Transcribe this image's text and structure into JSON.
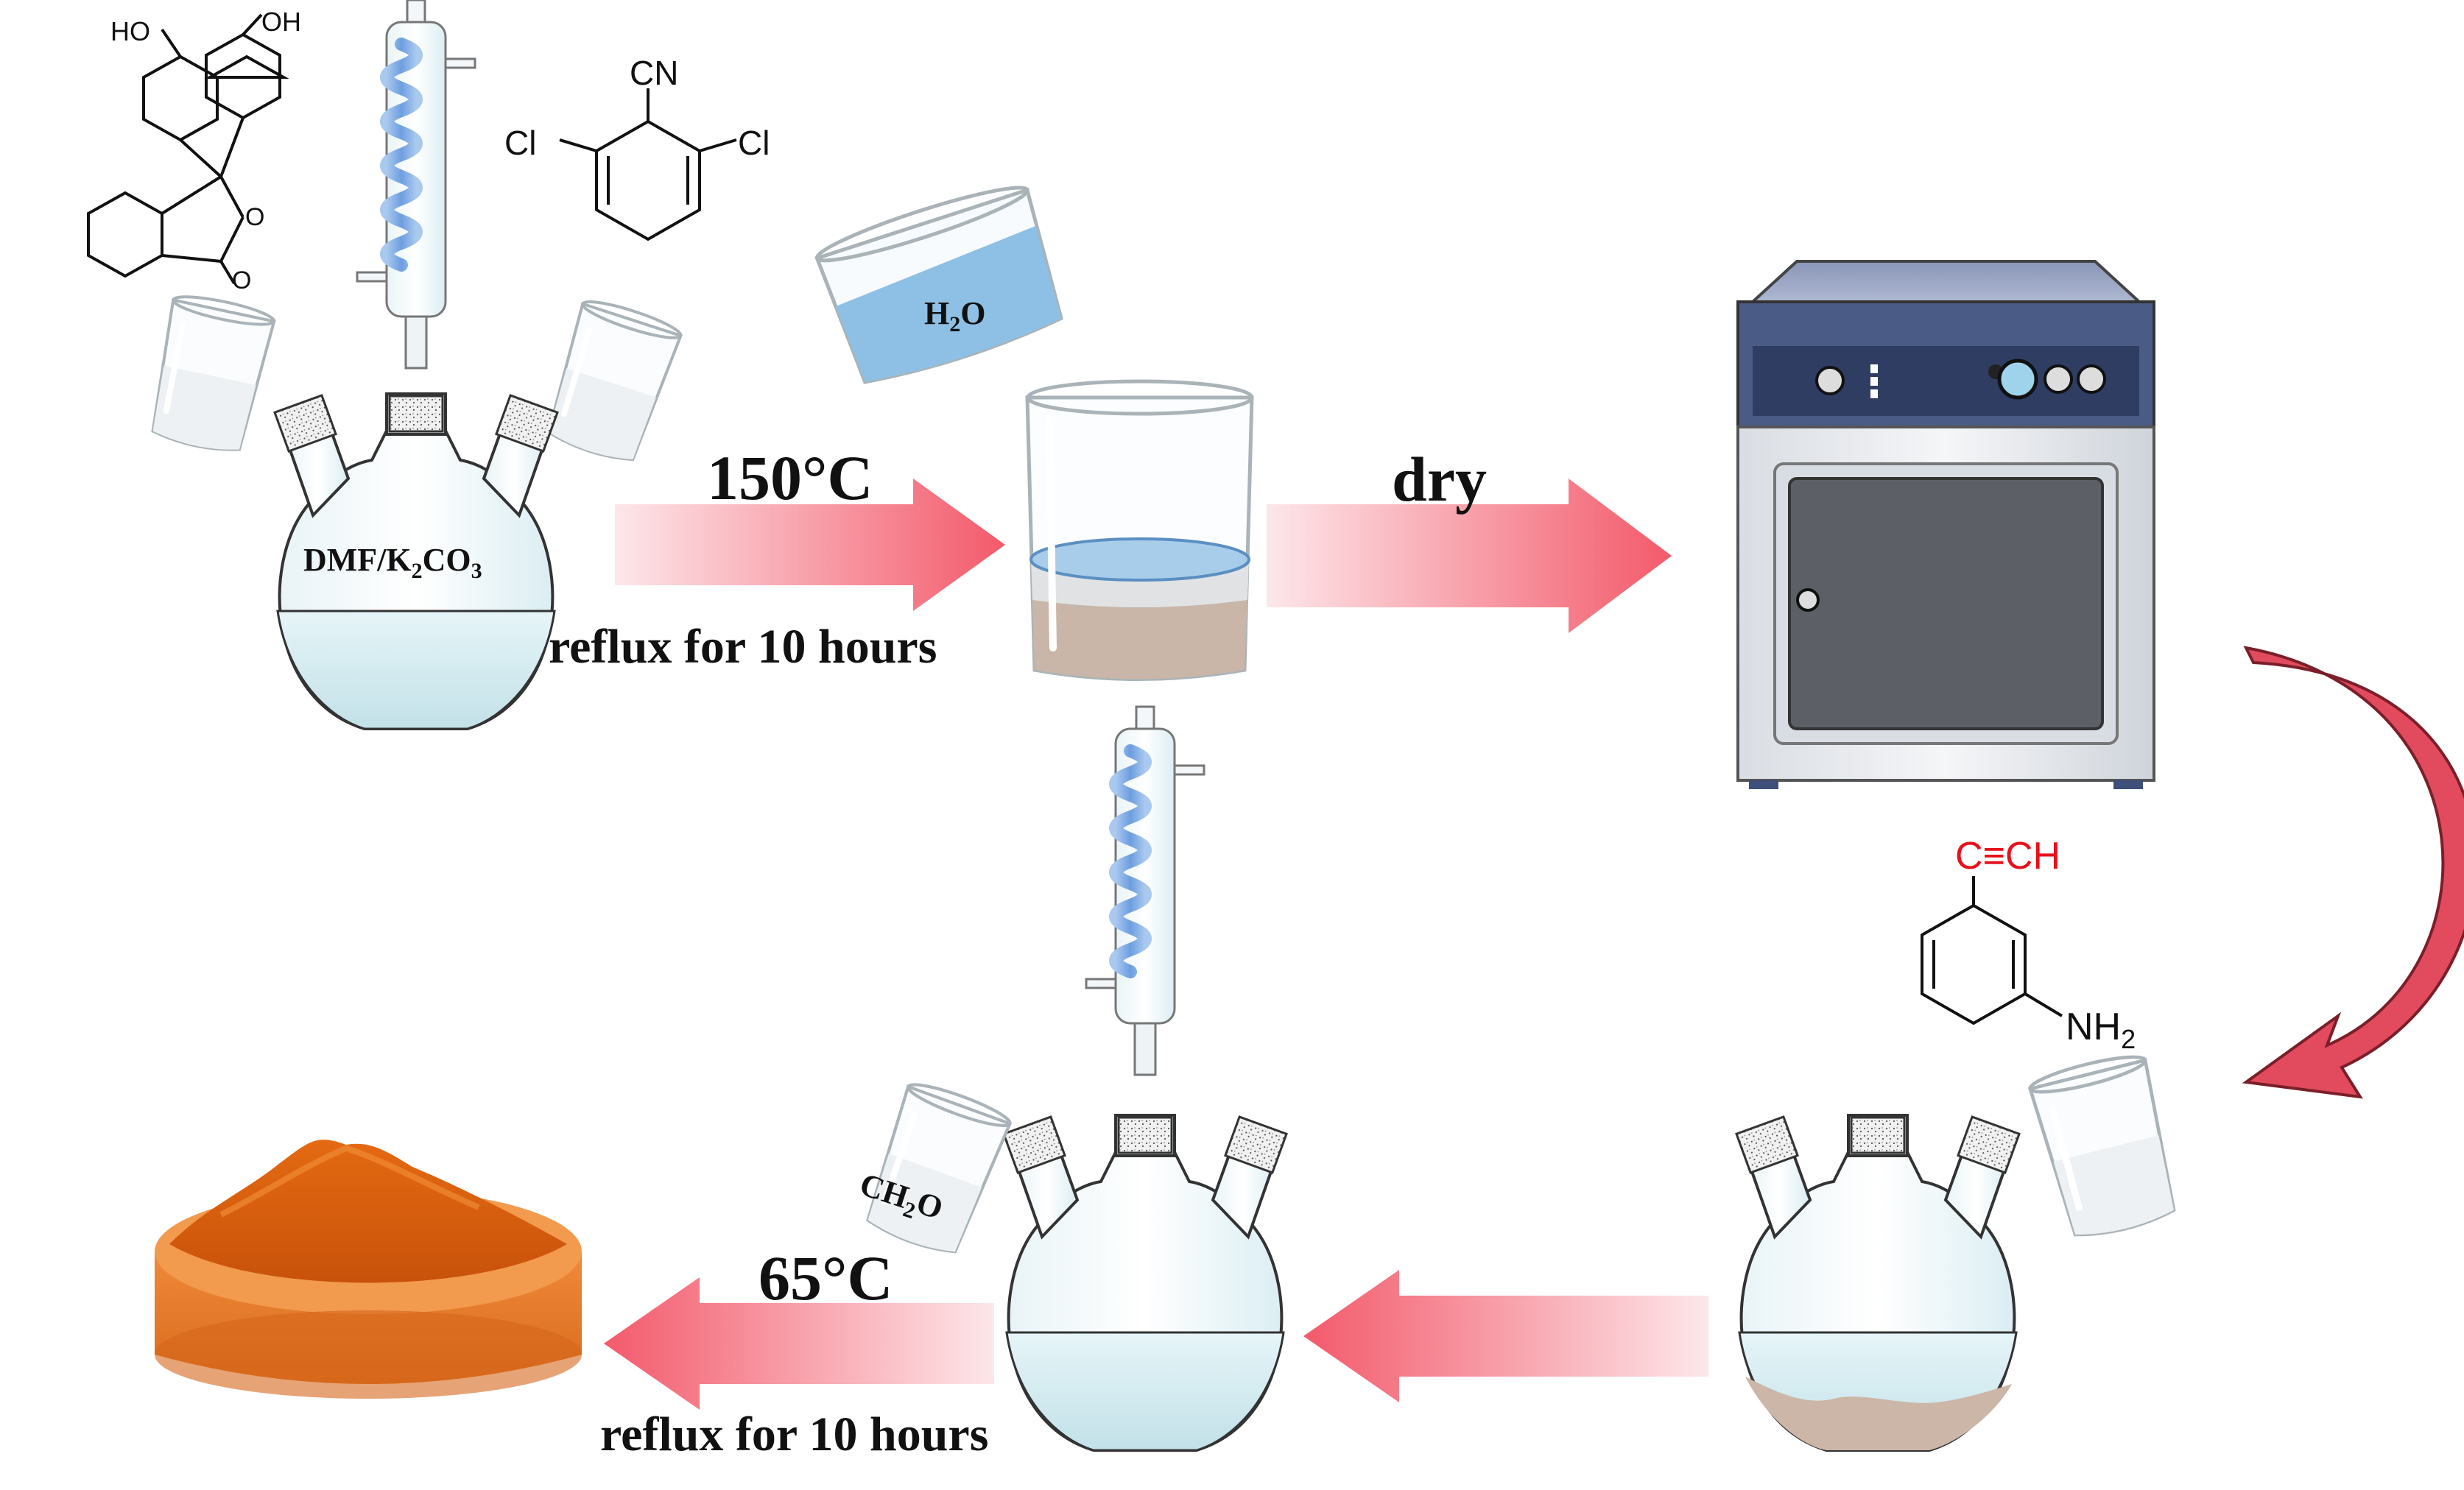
{
  "step1": {
    "phenolphthalein": {
      "oh_left": "HO",
      "oh_right": "OH",
      "lactone_o": "O",
      "carbonyl_o": "O"
    },
    "dichlorobenzonitrile": {
      "cn": "CN",
      "cl_left": "Cl",
      "cl_right": "Cl"
    },
    "flask_label": {
      "main": "DMF/K",
      "sub1": "2",
      "mid": "CO",
      "sub2": "3"
    },
    "condition_top": "150°C",
    "condition_bottom": "reflux for 10 hours"
  },
  "step2": {
    "water_label": {
      "main": "H",
      "sub": "2",
      "end": "O"
    },
    "condition_top": "dry"
  },
  "step3": {
    "aminophenylacetylene": {
      "alkyne": "C≡CH",
      "amine": "NH",
      "amine_sub": "2"
    }
  },
  "step4": {
    "methanol_label": {
      "main": "CH",
      "sub": "2",
      "end": "O"
    },
    "condition_top": "65°C",
    "condition_bottom": "reflux for 10 hours"
  },
  "colors": {
    "arrow": "#f4606f",
    "curved_arrow": "#e04a5c",
    "glass_liquid": "#cfe8ee",
    "beaker_water": "#7fb6e0",
    "sediment": "#c8b4a6",
    "product": "#e06010",
    "alkyne_red": "#e8101c"
  }
}
